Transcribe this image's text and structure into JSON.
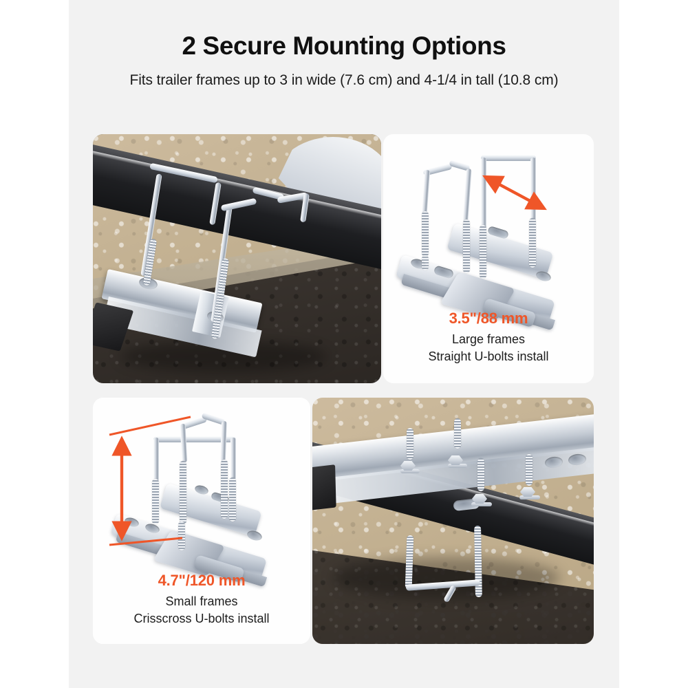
{
  "theme": {
    "accent": "#ef5628",
    "background": "#f2f2f2",
    "panel_background": "#fdfdfd",
    "text": "#101010"
  },
  "header": {
    "title": "2 Secure Mounting Options",
    "subtitle": "Fits trailer frames up to 3 in wide (7.6 cm) and 4-1/4 in tall (10.8 cm)"
  },
  "panels": {
    "top_left": {
      "type": "photo",
      "alt": "Trailer bracket with straight U-bolts clamped on a dark square trailer frame beam over asphalt and gravel"
    },
    "top_right": {
      "type": "product",
      "alt": "Galvanized steel mounting bracket with two straight U-bolts, orange width dimension arrow",
      "dimension_arrow": "horizontal-diagonal-double-arrow",
      "size_label": "3.5\"/88 mm",
      "line1": "Large frames",
      "line2": "Straight U-bolts install"
    },
    "bottom_left": {
      "type": "product",
      "alt": "Galvanized steel mounting bracket with crisscross U-bolts, orange height dimension arrow",
      "dimension_arrow": "vertical-double-arrow",
      "size_label": "4.7\"/120 mm",
      "line1": "Small frames",
      "line2": "Crisscross U-bolts install"
    },
    "bottom_right": {
      "type": "photo",
      "alt": "Crisscross U-bolt bracket installed on trailer frame with hex nuts and washers over sand"
    }
  }
}
